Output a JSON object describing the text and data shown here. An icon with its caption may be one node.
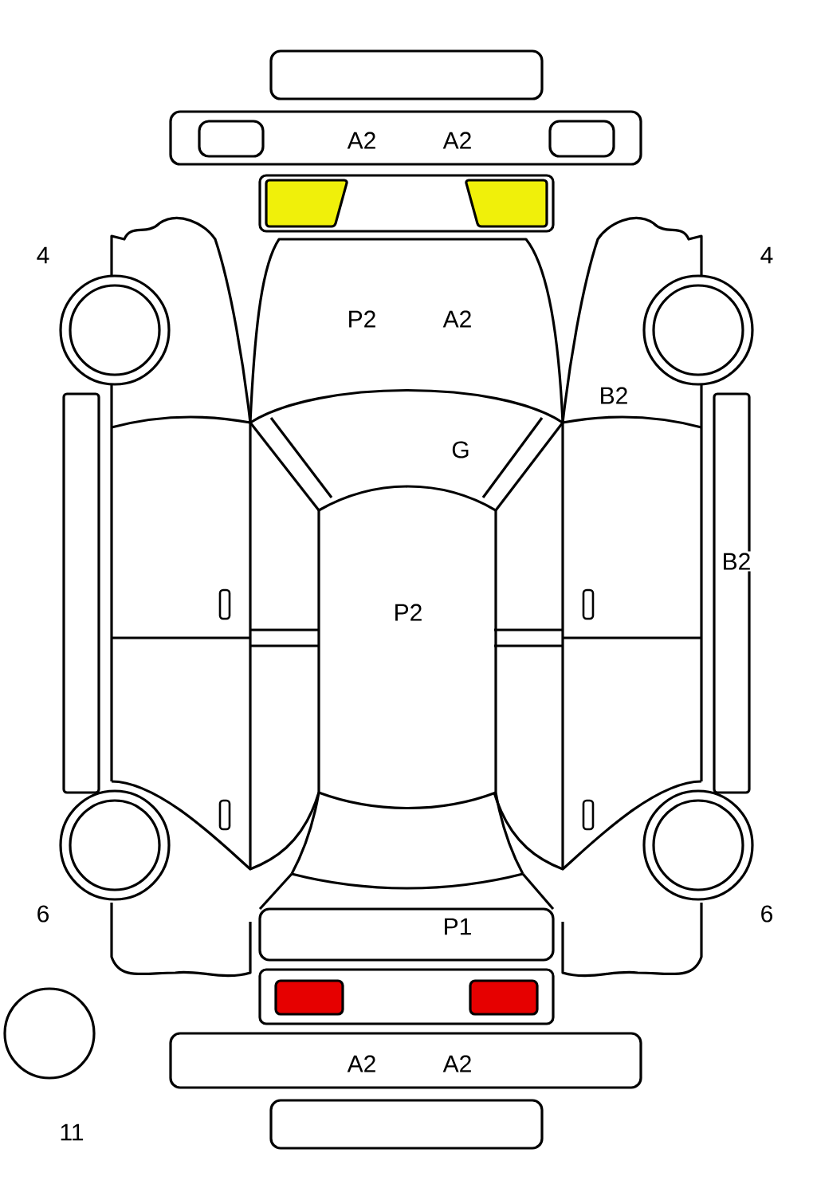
{
  "diagram": {
    "labels": [
      "A2",
      "A2",
      "4",
      "4",
      "P2",
      "A2",
      "B2",
      "G",
      "B2",
      "P2",
      "6",
      "6",
      "P1",
      "A2",
      "A2",
      "11"
    ]
  }
}
